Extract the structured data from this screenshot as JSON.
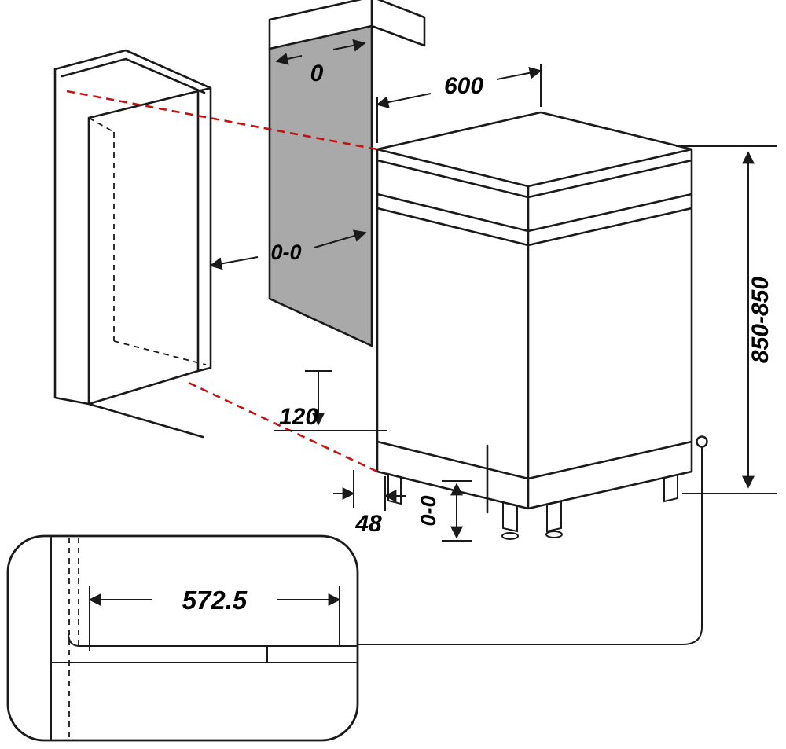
{
  "diagram": {
    "subject": "freestanding dishwasher installation dimension drawing",
    "dimensions": {
      "top_gap": "0",
      "width": "600",
      "side_clearance": "0-0",
      "height": "850-850",
      "plinth_height": "120",
      "foot_inset": "48",
      "foot_adjust": "0-0",
      "depth_detail": "572.5"
    },
    "colors": {
      "line": "#1a1a1a",
      "panel_fill": "#a9a9a9",
      "alignment_line": "#c41111",
      "background": "#ffffff"
    }
  }
}
